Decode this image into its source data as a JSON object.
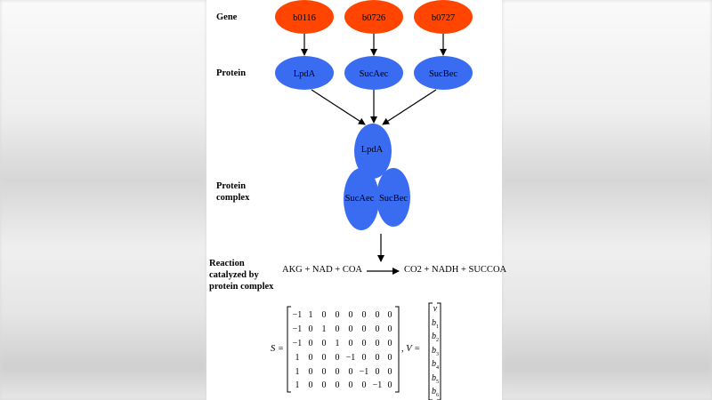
{
  "row_labels": {
    "gene": "Gene",
    "protein": "Protein",
    "complex_line1": "Protein",
    "complex_line2": "complex",
    "reaction_line1": "Reaction",
    "reaction_line2": "catalyzed by",
    "reaction_line3": "protein complex"
  },
  "genes": [
    "b0116",
    "b0726",
    "b0727"
  ],
  "proteins": [
    "LpdA",
    "SucAec",
    "SucBec"
  ],
  "complex": [
    "LpdA",
    "SucAec",
    "SucBec"
  ],
  "reaction": {
    "reactants": "AKG + NAD + COA",
    "products": "CO2 + NADH + SUCCOA"
  },
  "math": {
    "s_label": "S =",
    "v_label": ", V =",
    "matrix": [
      [
        "−1",
        "1",
        "0",
        "0",
        "0",
        "0",
        "0",
        "0"
      ],
      [
        "−1",
        "0",
        "1",
        "0",
        "0",
        "0",
        "0",
        "0"
      ],
      [
        "−1",
        "0",
        "0",
        "1",
        "0",
        "0",
        "0",
        "0"
      ],
      [
        "1",
        "0",
        "0",
        "0",
        "−1",
        "0",
        "0",
        "0"
      ],
      [
        "1",
        "0",
        "0",
        "0",
        "0",
        "−1",
        "0",
        "0"
      ],
      [
        "1",
        "0",
        "0",
        "0",
        "0",
        "0",
        "−1",
        "0"
      ]
    ],
    "vector": [
      {
        "base": "v",
        "sub": ""
      },
      {
        "base": "b",
        "sub": "1"
      },
      {
        "base": "b",
        "sub": "2"
      },
      {
        "base": "b",
        "sub": "3"
      },
      {
        "base": "b",
        "sub": "4"
      },
      {
        "base": "b",
        "sub": "5"
      },
      {
        "base": "b",
        "sub": "6"
      }
    ]
  },
  "colors": {
    "gene_fill": "#ff4500",
    "protein_fill": "#3a6cf2",
    "arrow": "#000000"
  }
}
